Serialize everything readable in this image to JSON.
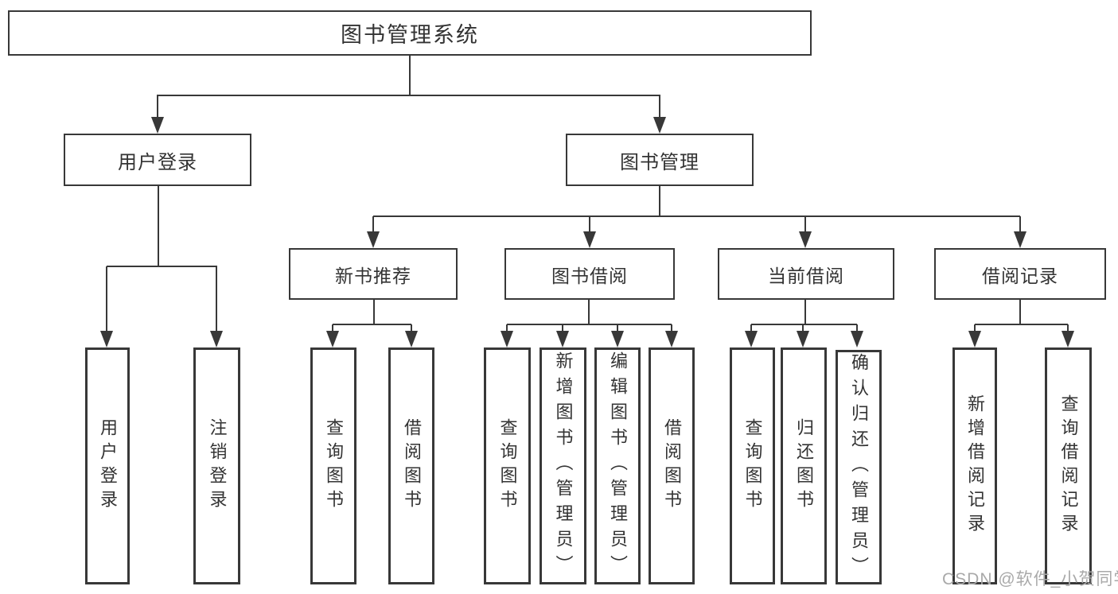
{
  "diagram": {
    "root": {
      "label": "图书管理系统",
      "children": [
        {
          "label": "用户登录",
          "children": [
            {
              "label": "用户登录"
            },
            {
              "label": "注销登录"
            }
          ]
        },
        {
          "label": "图书管理",
          "children": [
            {
              "label": "新书推荐",
              "children": [
                {
                  "label": "查询图书"
                },
                {
                  "label": "借阅图书"
                }
              ]
            },
            {
              "label": "图书借阅",
              "children": [
                {
                  "label": "查询图书"
                },
                {
                  "label": "新增图书（管理员）"
                },
                {
                  "label": "编辑图书（管理员）"
                },
                {
                  "label": "借阅图书"
                }
              ]
            },
            {
              "label": "当前借阅",
              "children": [
                {
                  "label": "查询图书"
                },
                {
                  "label": "归还图书"
                },
                {
                  "label": "确认归还（管理员）"
                }
              ]
            },
            {
              "label": "借阅记录",
              "children": [
                {
                  "label": "新增借阅记录"
                },
                {
                  "label": "查询借阅记录"
                }
              ]
            }
          ]
        }
      ]
    }
  },
  "watermark": {
    "text": "CSDN @软件_小贺同学"
  },
  "colors": {
    "line": "#383838",
    "text": "#333333",
    "background": "#ffffff",
    "watermark": "#a9a9a9"
  }
}
